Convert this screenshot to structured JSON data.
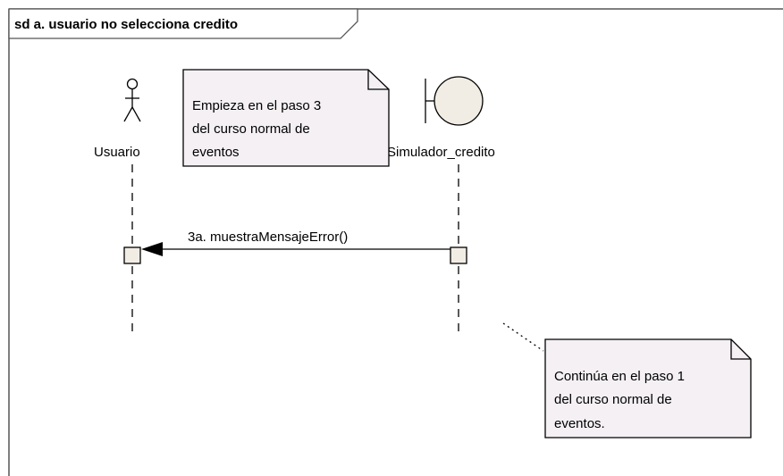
{
  "frame": {
    "title": "sd a. usuario no selecciona credito"
  },
  "participants": [
    {
      "name": "Usuario",
      "kind": "actor",
      "icon": "actor-stick-figure-icon"
    },
    {
      "name": "Simulador_credito",
      "kind": "boundary",
      "icon": "boundary-icon"
    }
  ],
  "messages": [
    {
      "label": "3a. muestraMensajeError()",
      "from": "Simulador_credito",
      "to": "Usuario"
    }
  ],
  "notes": [
    {
      "lines": [
        "Empieza en el paso 3",
        "del curso normal de",
        "eventos"
      ]
    },
    {
      "lines": [
        "Continúa en el paso 1",
        "del curso normal de",
        "eventos."
      ]
    }
  ],
  "colors": {
    "note_fill": "#f4f0f4",
    "boundary_fill": "#f2ede4",
    "activation_fill": "#f2ede4",
    "line": "#000000",
    "frame_border": "#555555"
  }
}
